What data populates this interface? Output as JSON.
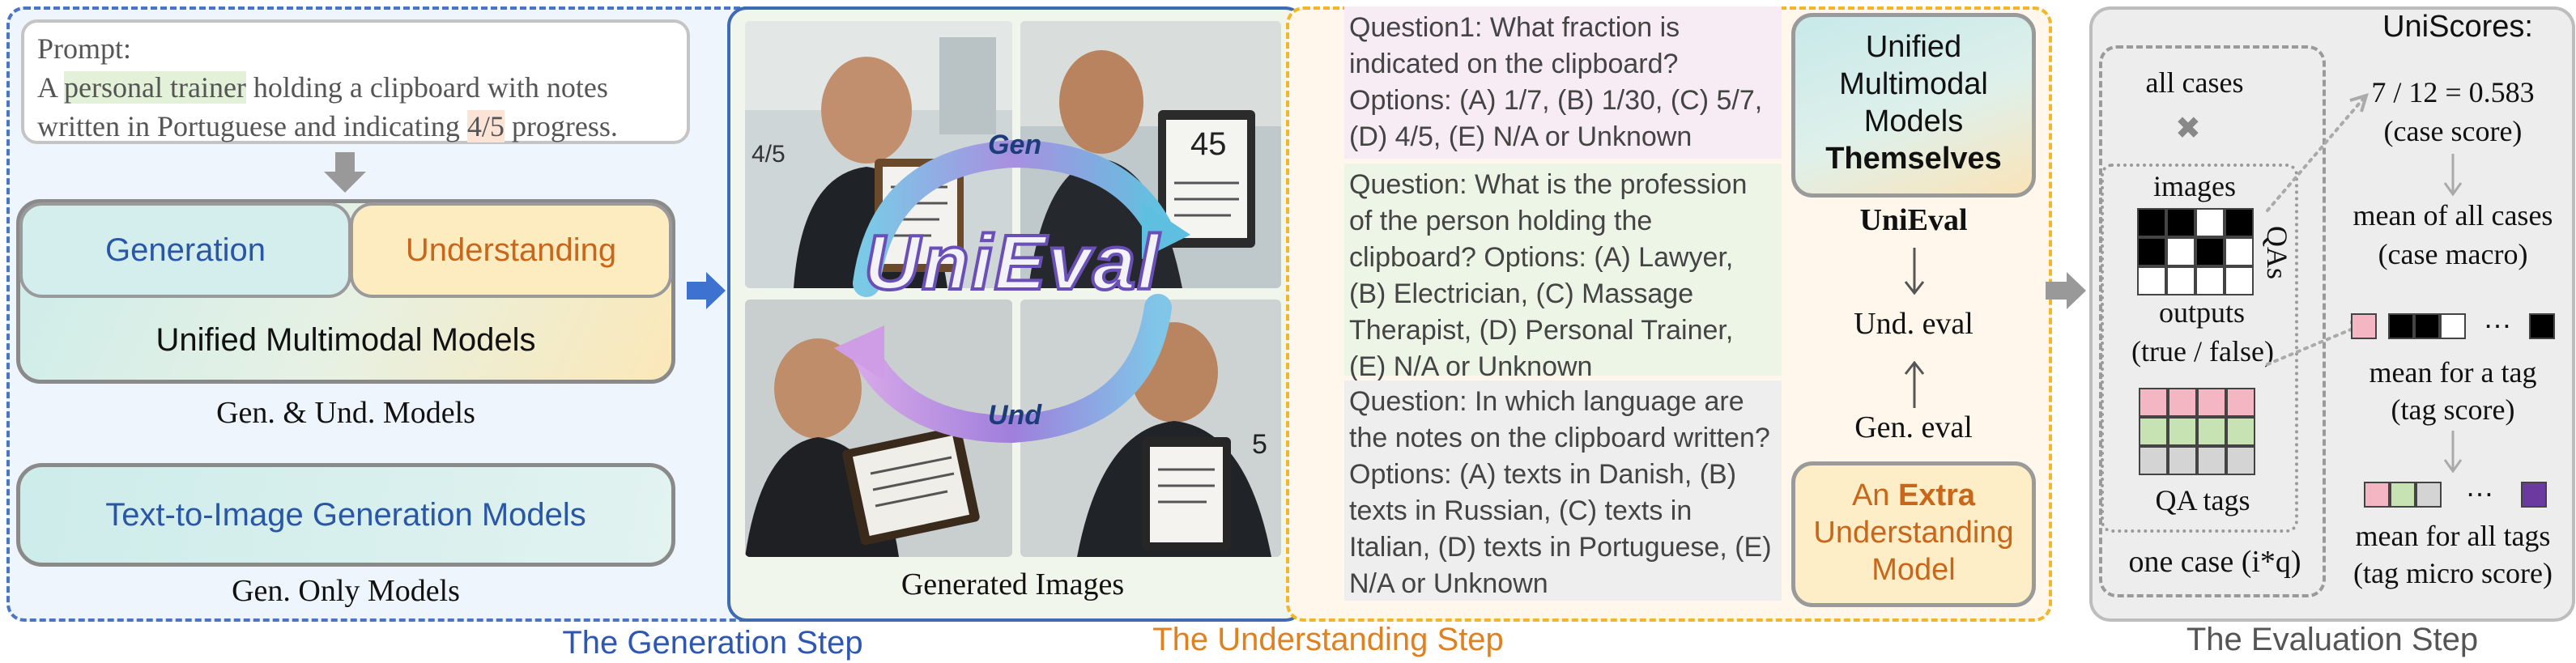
{
  "generation_step": {
    "prompt_label": "Prompt:",
    "prompt_parts": [
      {
        "text": "A ",
        "hl": ""
      },
      {
        "text": "personal trainer",
        "hl": "green"
      },
      {
        "text": " holding a clipboard with notes written in ",
        "hl": ""
      },
      {
        "text": "Portuguese",
        "hl": ""
      },
      {
        "text": " and indicating ",
        "hl": ""
      },
      {
        "text": "4/5",
        "hl": "peach"
      },
      {
        "text": " progress.",
        "hl": ""
      }
    ],
    "generation_label": "Generation",
    "understanding_label": "Understanding",
    "unified_models_label": "Unified Multimodal Models",
    "gen_und_caption": "Gen. & Und. Models",
    "t2i_label": "Text-to-Image Generation Models",
    "gen_only_caption": "Gen. Only Models",
    "title": "The Generation Step"
  },
  "images_panel": {
    "logo_text": "UniEval",
    "gen_arc_label": "Gen",
    "und_arc_label": "Und",
    "caption": "Generated Images",
    "clipboard_numbers": [
      "4/5",
      "45",
      "5"
    ]
  },
  "understanding_step": {
    "questions": [
      {
        "text": "Question1: What fraction is indicated on the clipboard? Options: (A) 1/7, (B) 1/30, (C) 5/7, (D) 4/5, (E) N/A or Unknown"
      },
      {
        "text": "Question: What is the profession of the person holding the clipboard? Options: (A) Lawyer, (B) Electrician, (C) Massage Therapist, (D) Personal Trainer, (E) N/A or Unknown"
      },
      {
        "text": "Question: In which language are the notes on the clipboard written? Options: (A) texts in Danish, (B) texts in Russian, (C) texts in Italian, (D) texts in Portuguese, (E) N/A or Unknown"
      }
    ],
    "self_box": {
      "line1": "Unified",
      "line2": "Multimodal",
      "line3": "Models",
      "line4": "Themselves"
    },
    "unieval_label": "UniEval",
    "und_eval": "Und. eval",
    "gen_eval": "Gen. eval",
    "extra_box": {
      "line1a": "An ",
      "line1b": "Extra",
      "line2": "Understanding",
      "line3": "Model"
    },
    "title": "The Understanding Step"
  },
  "evaluation_step": {
    "uniscores_label": "UniScores:",
    "all_cases": "all cases",
    "times_symbol": "✖",
    "images_label": "images",
    "qas_label": "QAs",
    "outputs_label": "outputs",
    "true_false": "(true / false)",
    "qa_tags": "QA tags",
    "one_case": "one case (i*q)",
    "case_score_formula": "7 / 12 = 0.583",
    "case_score": "(case score)",
    "case_macro_1": "mean of all cases",
    "case_macro_2": "(case macro)",
    "tag_score_1": "mean for a tag",
    "tag_score_2": "(tag score)",
    "tag_micro_1": "mean for all tags",
    "tag_micro_2": "(tag micro score)",
    "ellipsis": "…",
    "grid_cells": [
      [
        1,
        1,
        0,
        1
      ],
      [
        1,
        0,
        1,
        0
      ],
      [
        0,
        0,
        0,
        0
      ]
    ],
    "tag_colors": [
      "#f4b6c2",
      "#c7e3b3",
      "#d4d4d4"
    ],
    "accent_purple": "#6a3aa0",
    "title": "The Evaluation Step"
  }
}
